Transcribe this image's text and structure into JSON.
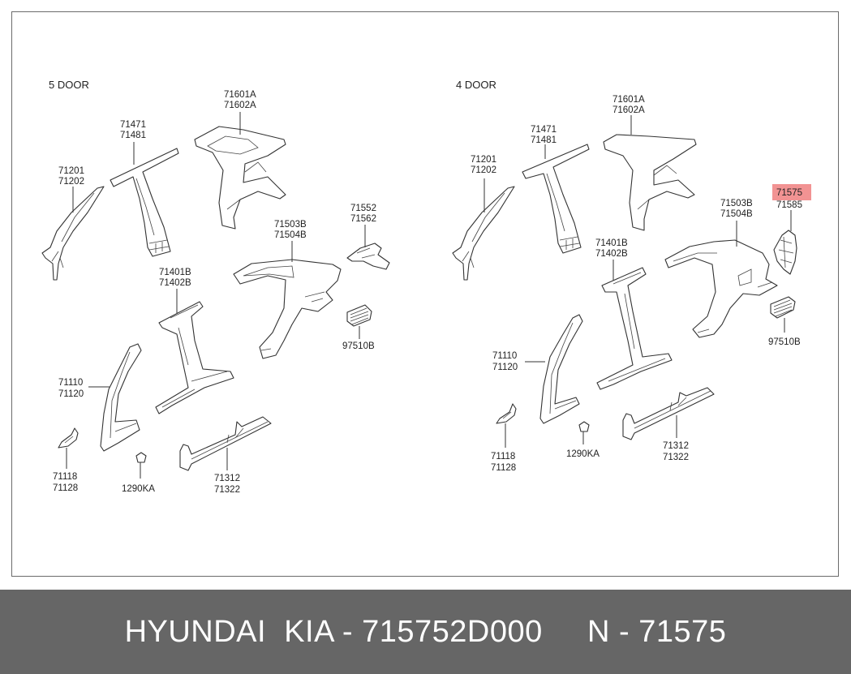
{
  "sections": {
    "left_title": "5 DOOR",
    "right_title": "4 DOOR"
  },
  "callouts": {
    "c1_l1": "71201",
    "c1_l2": "71202",
    "c2_l1": "71471",
    "c2_l2": "71481",
    "c3_l1": "71601A",
    "c3_l2": "71602A",
    "c4_l1": "71503B",
    "c4_l2": "71504B",
    "c5_l1": "71552",
    "c5_l2": "71562",
    "c6_l1": "71401B",
    "c6_l2": "71402B",
    "c7_l1": "97510B",
    "c8_l1": "71110",
    "c8_l2": "71120",
    "c9_l1": "71118",
    "c9_l2": "71128",
    "c10_l1": "1290KA",
    "c11_l1": "71312",
    "c11_l2": "71322",
    "d1_l1": "71201",
    "d1_l2": "71202",
    "d2_l1": "71471",
    "d2_l2": "71481",
    "d3_l1": "71601A",
    "d3_l2": "71602A",
    "d4_l1": "71503B",
    "d4_l2": "71504B",
    "d5_l1": "71575",
    "d5_l2": "71585",
    "d6_l1": "71401B",
    "d6_l2": "71402B",
    "d7_l1": "97510B",
    "d8_l1": "71110",
    "d8_l2": "71120",
    "d9_l1": "71118",
    "d9_l2": "71128",
    "d10_l1": "1290KA",
    "d11_l1": "71312",
    "d11_l2": "71322"
  },
  "highlight_color": "#f08080",
  "footer": {
    "text": "HYUNDAI  KIA - 715752D000     N - 71575"
  }
}
